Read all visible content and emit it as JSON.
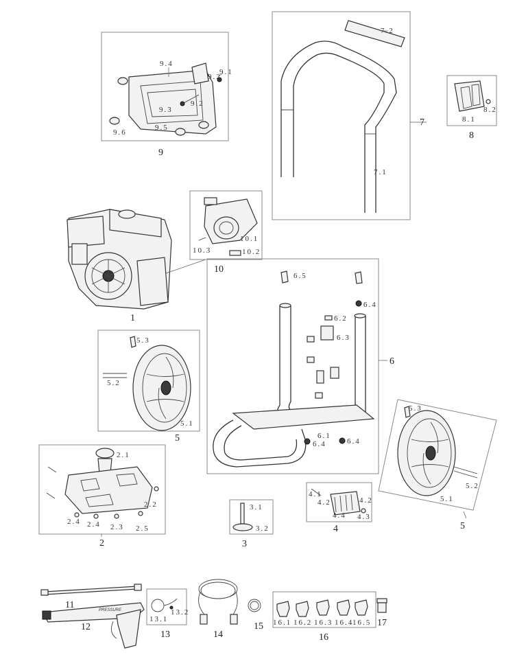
{
  "callouts": {
    "c9_4": "9.4",
    "c9_1": "9.1",
    "c9_2a": "9.2",
    "c9_2b": "9.2",
    "c9_3": "9.3",
    "c9_6": "9.6",
    "c9_5": "9.5",
    "c7_2": "7.2",
    "c7_1": "7.1",
    "c8_1": "8.1",
    "c8_2": "8.2",
    "c10_1": "10.1",
    "c10_2": "10.2",
    "c10_3": "10.3",
    "c6_5": "6.5",
    "c6_4a": "6.4",
    "c6_2": "6.2",
    "c6_3": "6.3",
    "c6_1": "6.1",
    "c6_4b": "6.4",
    "c6_4c": "6.4",
    "c5_3a": "5.3",
    "c5_2a": "5.2",
    "c5_1a": "5.1",
    "c5_3b": "5.3",
    "c5_2b": "5.2",
    "c5_1b": "5.1",
    "c2_1": "2.1",
    "c2_2": "2.2",
    "c2_4a": "2.4",
    "c2_4b": "2.4",
    "c2_3": "2.3",
    "c2_5": "2.5",
    "c3_1": "3.1",
    "c3_2": "3.2",
    "c4_1": "4.1",
    "c4_2a": "4.2",
    "c4_2b": "4.2",
    "c4_4": "4.4",
    "c4_3": "4.3",
    "c13_1": "13.1",
    "c13_2": "13.2",
    "c16_1": "16.1",
    "c16_2": "16.2",
    "c16_3": "16.3",
    "c16_4": "16.4",
    "c16_5": "16.5"
  },
  "groups": {
    "g9": "9",
    "g7": "7",
    "g8": "8",
    "g10": "10",
    "g1": "1",
    "g6": "6",
    "g5a": "5",
    "g5b": "5",
    "g2": "2",
    "g3": "3",
    "g4": "4",
    "g11": "11",
    "g12": "12",
    "g13": "13",
    "g14": "14",
    "g15": "15",
    "g16": "16",
    "g17": "17"
  },
  "gun_brand": "PRESSURE"
}
